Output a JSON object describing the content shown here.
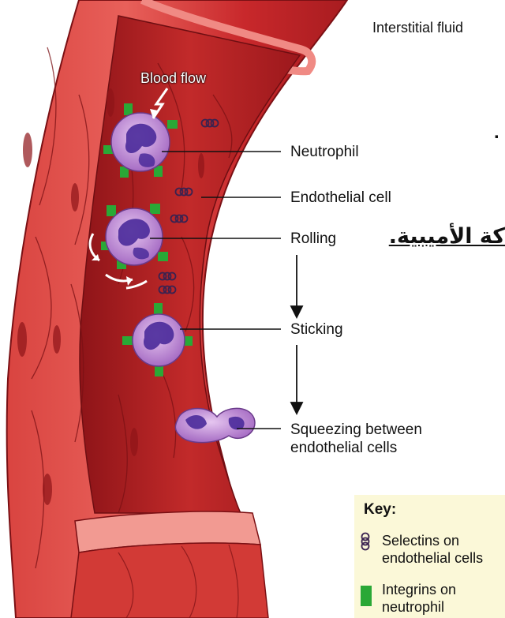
{
  "labels": {
    "interstitial_fluid": "Interstitial fluid",
    "blood_flow": "Blood flow",
    "neutrophil": "Neutrophil",
    "endothelial_cell": "Endothelial cell",
    "rolling": "Rolling",
    "sticking": "Sticking",
    "squeezing_line1": "Squeezing between",
    "squeezing_line2": "endothelial cells"
  },
  "overlay_text": {
    "arabic": "كة الأميبية.",
    "dot": "."
  },
  "key": {
    "title": "Key:",
    "selectins_line1": "Selectins on",
    "selectins_line2": "endothelial cells",
    "integrins_line1": "Integrins on",
    "integrins_line2": "neutrophil"
  },
  "colors": {
    "vessel_outer": "#c8282b",
    "vessel_light": "#e8605a",
    "vessel_dark": "#8e1418",
    "lumen": "#b01f22",
    "cell_body": "#c58fd8",
    "cell_nucleus": "#4a2a9a",
    "integrin": "#2aa836",
    "selectin": "#3a2250",
    "key_bg": "#fbf8d8"
  }
}
